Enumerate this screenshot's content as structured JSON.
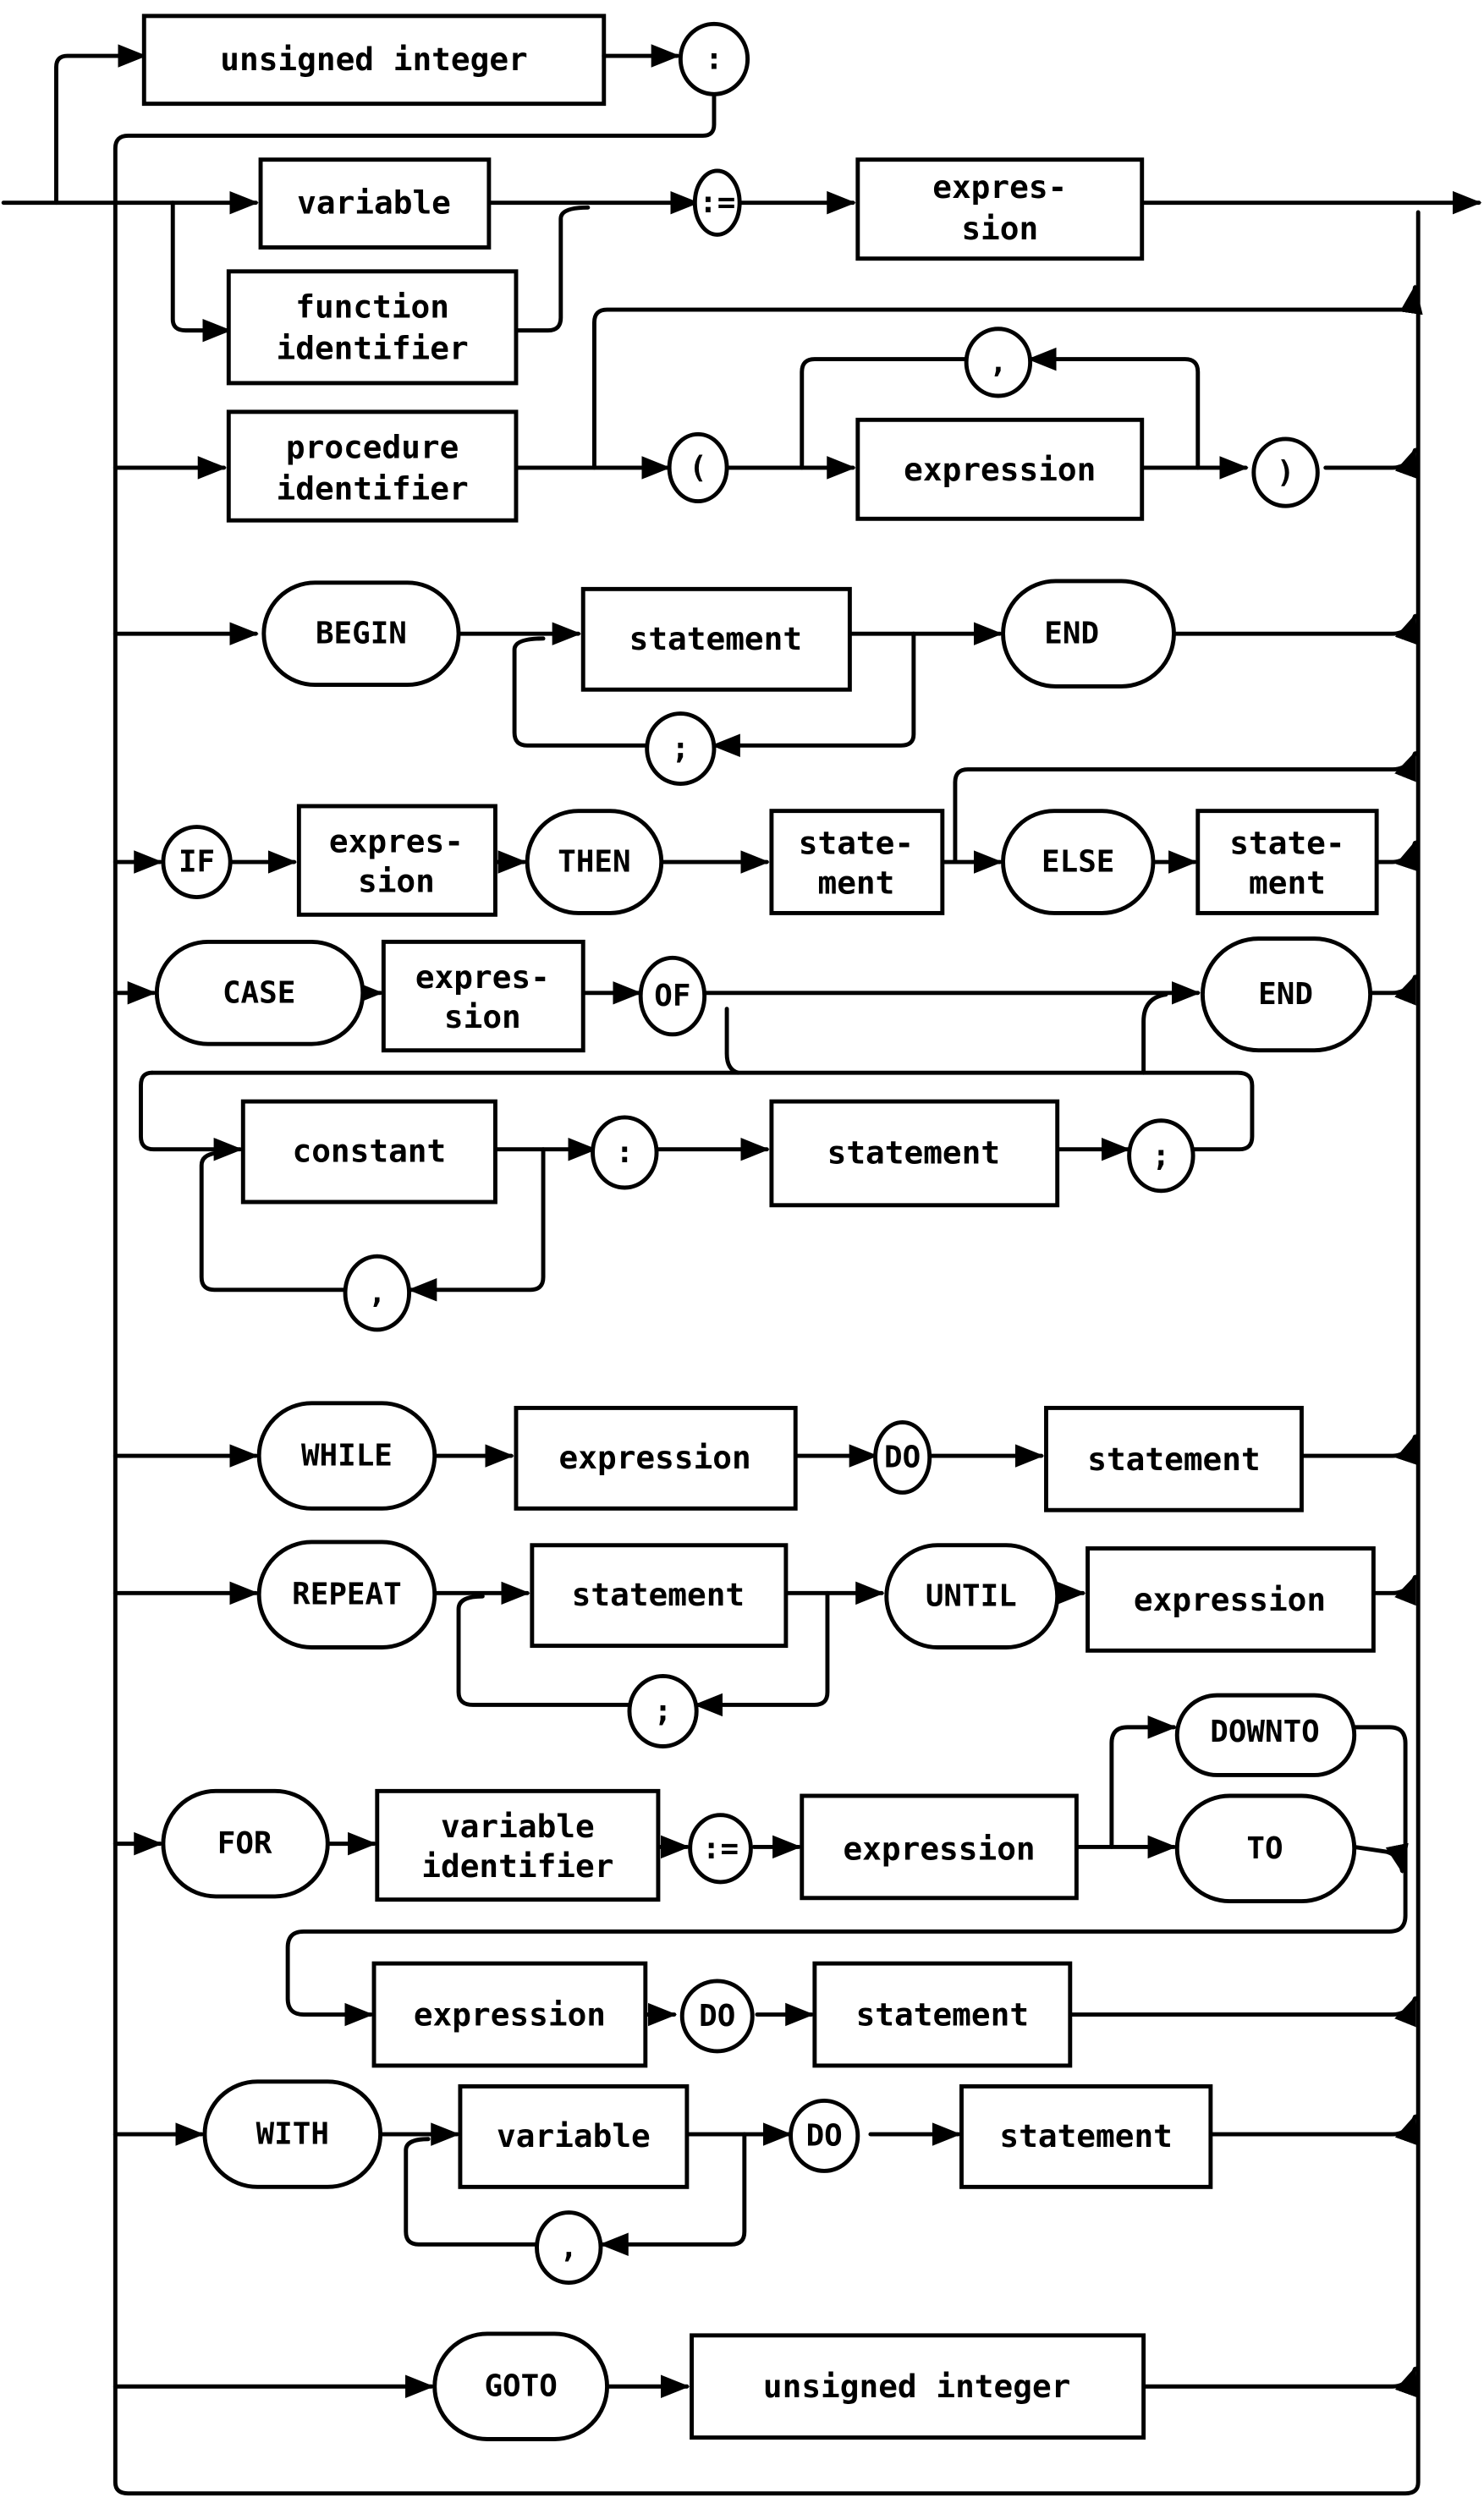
{
  "diagram": {
    "title": "Pascal statement syntax diagram",
    "nonterminals": {
      "label_int": "unsigned integer",
      "variable": "variable",
      "function_id_1": "function",
      "function_id_2": "identifier",
      "assign_expr_1": "expres-",
      "assign_expr_2": "sion",
      "procedure_id_1": "procedure",
      "procedure_id_2": "identifier",
      "proc_expr": "expression",
      "begin_stmt": "statement",
      "if_expr_1": "expres-",
      "if_expr_2": "sion",
      "then_stmt_1": "state-",
      "then_stmt_2": "ment",
      "else_stmt_1": "state-",
      "else_stmt_2": "ment",
      "case_expr_1": "expres-",
      "case_expr_2": "sion",
      "case_const": "constant",
      "case_stmt": "statement",
      "while_expr": "expression",
      "while_stmt": "statement",
      "repeat_stmt": "statement",
      "until_expr": "expression",
      "for_var_1": "variable",
      "for_var_2": "identifier",
      "for_init_expr": "expression",
      "for_limit_expr": "expression",
      "for_stmt": "statement",
      "with_var": "variable",
      "with_stmt": "statement",
      "goto_int": "unsigned integer"
    },
    "terminals": {
      "label_colon": ":",
      "assign": ":=",
      "lparen": "(",
      "comma_proc": ",",
      "rparen": ")",
      "begin": "BEGIN",
      "semi_begin": ";",
      "end_begin": "END",
      "if": "IF",
      "then": "THEN",
      "else": "ELSE",
      "case": "CASE",
      "of": "OF",
      "end_case": "END",
      "case_colon": ":",
      "case_semi": ";",
      "case_comma": ",",
      "while": "WHILE",
      "while_do": "DO",
      "repeat": "REPEAT",
      "until": "UNTIL",
      "repeat_semi": ";",
      "for": "FOR",
      "for_assign": ":=",
      "downto": "DOWNTO",
      "to": "TO",
      "for_do": "DO",
      "with": "WITH",
      "with_comma": ",",
      "with_do": "DO",
      "goto": "GOTO"
    }
  }
}
